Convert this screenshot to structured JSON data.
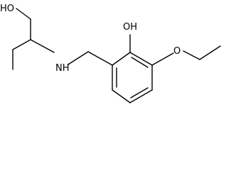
{
  "molecule": {
    "atoms": {
      "hydroxyl_top_left": "HO",
      "amine": "NH",
      "phenol_oh": "OH",
      "ether_oxygen": "O"
    },
    "colors": {
      "bond": "#000000",
      "label": "#000000",
      "background": "#ffffff"
    }
  }
}
